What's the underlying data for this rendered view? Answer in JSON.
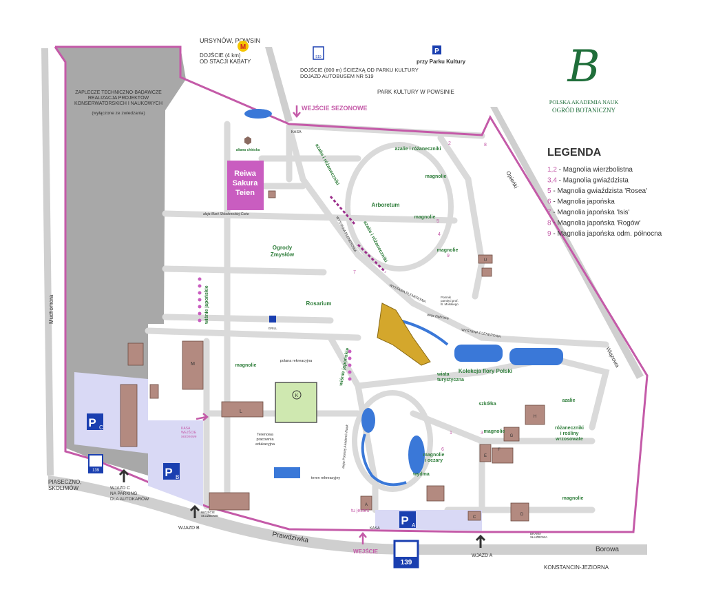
{
  "map": {
    "directions": {
      "north": "URSYNÓW, POWSIN",
      "metro_note": "DOJŚCIE (4 km)\nOD STACJI KABATY",
      "bus_note_1": "DOJŚCIE (800 m) ŚCIEŻKĄ OD PARKU KULTURY",
      "bus_note_2": "DOJAZD AUTOBUSEM NR 519",
      "bus_number": "519",
      "parking_culture": "przy Parku Kultury",
      "park_culture": "PARK KULTURY W POWSINIE",
      "piaseczno": "PIASECZNO,\nSKOLIMÓW",
      "konstancin": "KONSTANCIN-JEZIORNA",
      "metro_letter": "M"
    },
    "logo": {
      "line1": "POLSKA AKADEMIA NAUK",
      "line2": "OGRÓD BOTANICZNY"
    },
    "legend": {
      "title": "LEGENDA",
      "items": [
        {
          "num": "1,2",
          "text": " - Magnolia wierzbolistna"
        },
        {
          "num": "3,4",
          "text": " - Magnolia gwiaździsta"
        },
        {
          "num": "5",
          "text": " - Magnolia gwiaździsta 'Rosea'"
        },
        {
          "num": "6",
          "text": " - Magnolia japońska"
        },
        {
          "num": "7",
          "text": " - Magnolia japońska 'Isis'"
        },
        {
          "num": "8",
          "text": " - Magnolia japońska 'Rogów'"
        },
        {
          "num": "9",
          "text": " - Magnolia japońska odm. północna"
        }
      ]
    },
    "streets": {
      "prawdziwka": "Prawdziwka",
      "borowa": "Borowa",
      "muchomora": "Muchomora",
      "opienki": "Opieńki",
      "wiazowa": "Wiązowa",
      "curie": "aleja Marii Skłodowskiej-Curie",
      "dabrowa": "aleja Dąbrowa",
      "pan_alley": "aleja Polskiej Akademii Nauk"
    },
    "areas": {
      "zaplecze": "ZAPLECZE TECHNICZNO-BADAWCZE\nREALIZACJA PROJEKTÓW\nKONSERWATORSKICH I NAUKOWYCH",
      "zaplecze_note": "(wyłączone ze zwiedzania)",
      "altana": "altana chińska",
      "reiwa": "Reiwa\nSakura\nTeien",
      "ogrody_zmyslow": "Ogrody\nZmysłów",
      "rosarium": "Rosarium",
      "arboretum": "Arboretum",
      "azalie_top": "azalie i różaneczniki",
      "azalie_diag1": "azalie i różaneczniki",
      "azalie_diag2": "azalie i różaneczniki",
      "magnolie": "magnolie",
      "wisnie": "wiśnie japońskie",
      "polana": "polana rekreacyjna",
      "kolekcja": "Kolekcja flory Polski",
      "wiata": "wiata\nturystyczna",
      "szkolka": "szkółka",
      "azalie_right": "azalie",
      "rozaneczniki": "różaneczniki\ni rośliny\nwrzosowate",
      "magnolie_oczary": "magnolie\ni oczary",
      "wydma": "wydma",
      "terenowa": "Terenowa\npracownia\nedukacyjna",
      "teren_rekr": "teren rekreacyjny",
      "wystawa": "WYSTAWA PLENEROWA",
      "pomnik": "Pomnik\npamięci prof.\nB. Molskiego",
      "grill": "GRILL"
    },
    "entrances": {
      "sezonowe": "WEJŚCIE SEZONOWE",
      "kasa": "KASA",
      "kasa_wejscie": "KASA\nWEJŚCIE\nsezonowe",
      "wejscie": "WEJŚCIE",
      "tu_jestes": "tu jesteś",
      "wjazd_a": "WJAZD A",
      "wjazd_b": "WJAZD B",
      "wjazd_c": "WJAZD C\nNA PARKING\nDLA AUTOKARÓW",
      "brama": "BRAMA\nSŁUŻBOWA",
      "wyjscie": "WYJŚCIE\nSŁUŻBOWE"
    },
    "parkings": {
      "a": "A",
      "b": "B",
      "c": "C",
      "p": "P"
    },
    "buildings": {
      "m": "M",
      "l": "L",
      "a": "A",
      "c": "C",
      "d": "D",
      "e": "E",
      "f": "F",
      "g": "G",
      "h": "H",
      "u": "U",
      "k": "K"
    },
    "bus_stop": {
      "number": "139"
    },
    "magnolia_markers": {
      "n1": "1",
      "n2": "2",
      "n3": "3",
      "n4": "4",
      "n5": "5",
      "n6": "6",
      "n7": "7",
      "n8": "8",
      "n9": "9"
    },
    "colors": {
      "border": "#c45aa8",
      "road": "#dadada",
      "gray_zone": "#a8a8a8",
      "water": "#3a78d8",
      "parking": "#d9d9f5",
      "building": "#b38a80",
      "sakura": "#c95dc0",
      "accent_green": "#2e7d3a",
      "pink": "#c45aa8"
    }
  }
}
